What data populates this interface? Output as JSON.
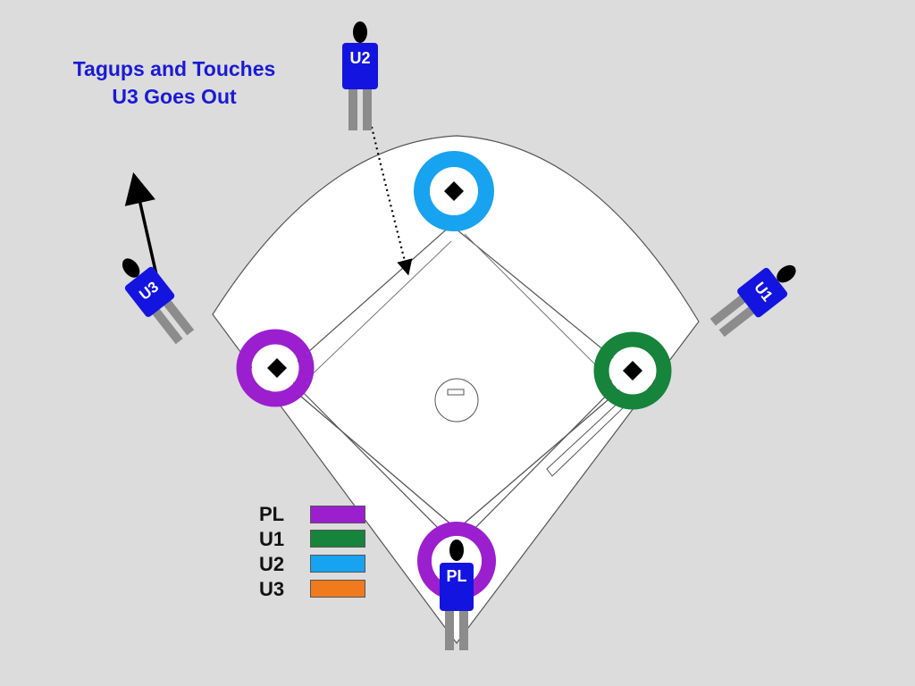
{
  "title": {
    "line1": "Tagups and Touches",
    "line2": "U3 Goes Out"
  },
  "umpires": {
    "plate": "PL",
    "first": "U1",
    "second": "U2",
    "third": "U3"
  },
  "legend": [
    {
      "label": "PL",
      "color": "#9b1fcf"
    },
    {
      "label": "U1",
      "color": "#16843a"
    },
    {
      "label": "U2",
      "color": "#17a3f0"
    },
    {
      "label": "U3",
      "color": "#f07a1c"
    }
  ],
  "colors": {
    "background": "#dcdcdc",
    "field": "#ffffff",
    "umpire_shirt": "#1414e0",
    "umpire_pants": "#8c8c8c",
    "title_text": "#1a1ad6"
  },
  "icons": {
    "base": "diamond-base-icon",
    "umpire": "umpire-figure-icon",
    "movement": "arrow-icon"
  }
}
